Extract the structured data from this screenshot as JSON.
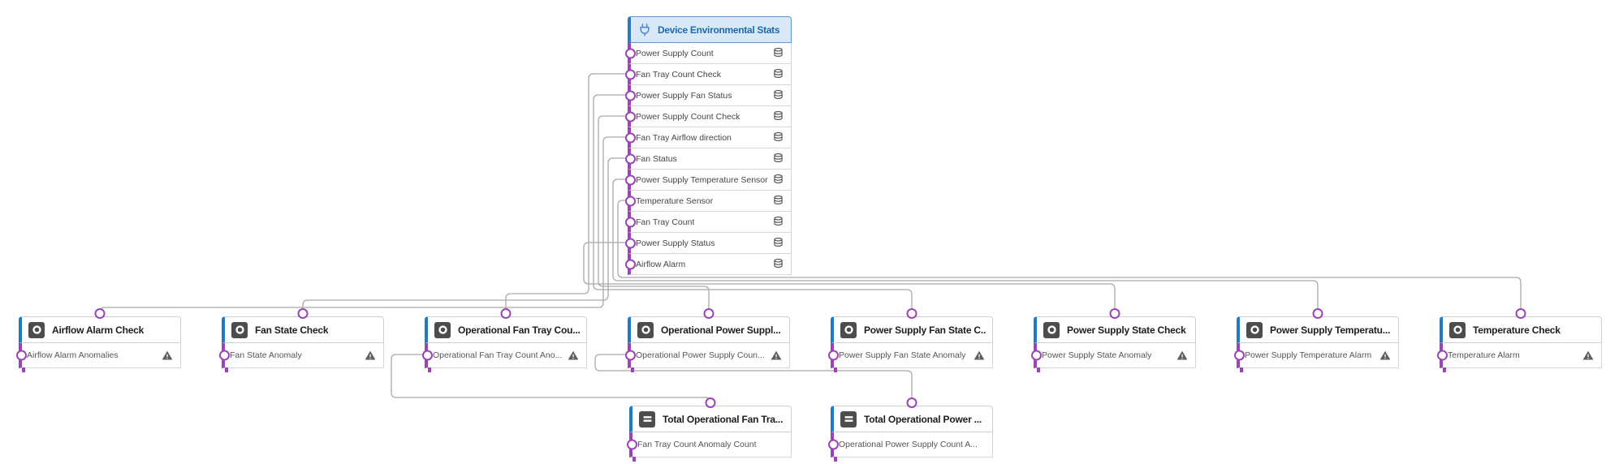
{
  "top_node": {
    "title": "Device Environmental Stats",
    "icon": "power-plug-icon",
    "outputs": [
      {
        "label": "Power Supply Count"
      },
      {
        "label": "Fan Tray Count Check"
      },
      {
        "label": "Power Supply Fan Status"
      },
      {
        "label": "Power Supply Count Check"
      },
      {
        "label": "Fan Tray Airflow direction"
      },
      {
        "label": "Fan Status"
      },
      {
        "label": "Power Supply Temperature Sensor"
      },
      {
        "label": "Temperature Sensor"
      },
      {
        "label": "Fan Tray Count"
      },
      {
        "label": "Power Supply Status"
      },
      {
        "label": "Airflow Alarm"
      }
    ]
  },
  "check_nodes": [
    {
      "title": "Airflow Alarm Check",
      "output": "Airflow Alarm Anomalies"
    },
    {
      "title": "Fan State Check",
      "output": "Fan State Anomaly"
    },
    {
      "title": "Operational Fan Tray Cou...",
      "output": "Operational Fan Tray Count Ano..."
    },
    {
      "title": "Operational Power Suppl...",
      "output": "Operational Power Supply Coun..."
    },
    {
      "title": "Power Supply Fan State C...",
      "output": "Power Supply Fan State Anomaly"
    },
    {
      "title": "Power Supply State Check",
      "output": "Power Supply State Anomaly"
    },
    {
      "title": "Power Supply Temperatu...",
      "output": "Power Supply Temperature Alarm"
    },
    {
      "title": "Temperature Check",
      "output": "Temperature Alarm"
    }
  ],
  "total_nodes": [
    {
      "title": "Total Operational Fan Tra...",
      "output": "Fan Tray Count Anomaly Count"
    },
    {
      "title": "Total Operational Power ...",
      "output": "Operational Power Supply Count A..."
    }
  ],
  "colors": {
    "header_blue_bg": "#d9e8f6",
    "header_blue_border": "#5b9bd5",
    "accent_blue": "#1f7ac4",
    "title_blue": "#1b6ab0",
    "port_purple": "#9b44b8",
    "wire_gray": "#a9a9a9",
    "icon_gray": "#4d4d4d"
  }
}
